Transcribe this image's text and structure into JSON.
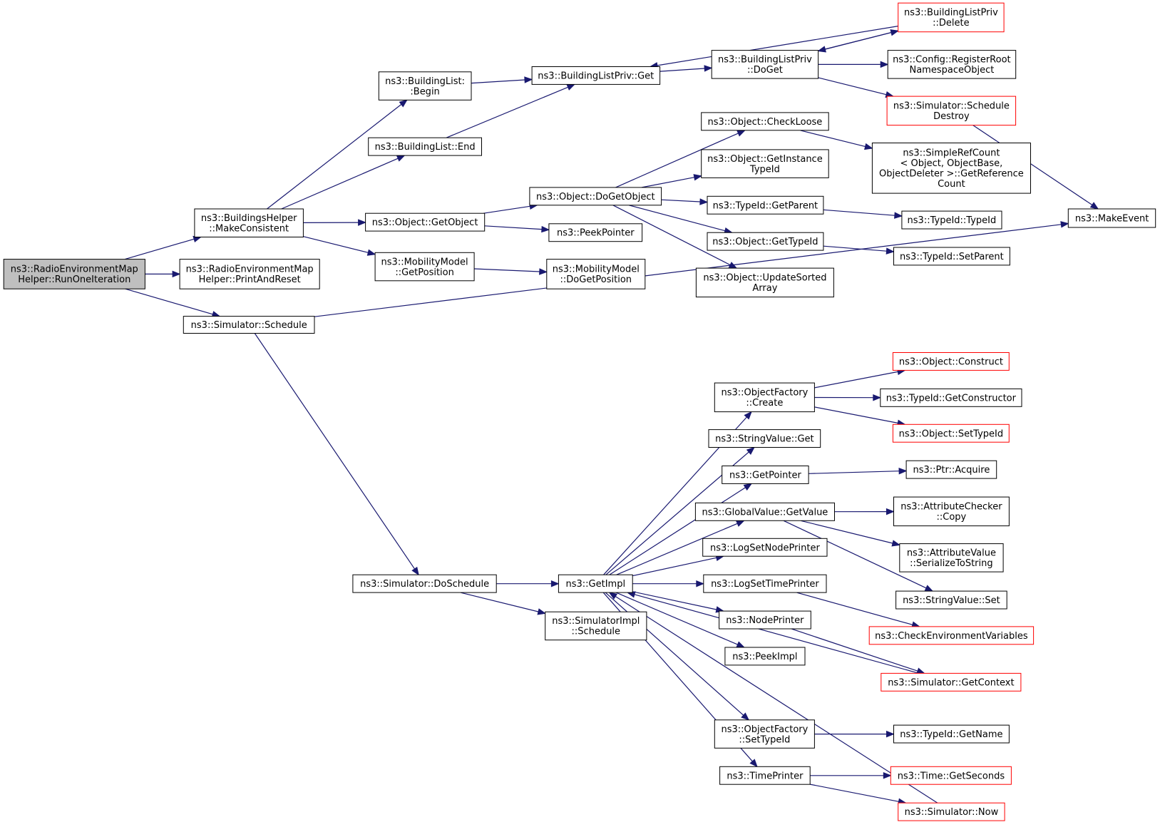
{
  "colors": {
    "edge": "#191970",
    "node_border": "#000000",
    "node_border_truncated": "#ff0000",
    "root_fill": "#bfbfbf",
    "node_fill": "#ffffff"
  },
  "nodes": [
    {
      "id": "root",
      "lines": [
        "ns3::RadioEnvironmentMap",
        "Helper::RunOneIteration"
      ],
      "style": "root"
    },
    {
      "id": "makeConsistent",
      "lines": [
        "ns3::BuildingsHelper",
        "::MakeConsistent"
      ]
    },
    {
      "id": "printAndReset",
      "lines": [
        "ns3::RadioEnvironmentMap",
        "Helper::PrintAndReset"
      ]
    },
    {
      "id": "schedule",
      "lines": [
        "ns3::Simulator::Schedule"
      ]
    },
    {
      "id": "blBegin",
      "lines": [
        "ns3::BuildingList:",
        ":Begin"
      ]
    },
    {
      "id": "blEnd",
      "lines": [
        "ns3::BuildingList::End"
      ]
    },
    {
      "id": "getObject",
      "lines": [
        "ns3::Object::GetObject"
      ]
    },
    {
      "id": "mmGetPosition",
      "lines": [
        "ns3::MobilityModel",
        "::GetPosition"
      ]
    },
    {
      "id": "blpGet",
      "lines": [
        "ns3::BuildingListPriv::Get"
      ]
    },
    {
      "id": "doGetObject",
      "lines": [
        "ns3::Object::DoGetObject"
      ]
    },
    {
      "id": "peekPointer",
      "lines": [
        "ns3::PeekPointer"
      ]
    },
    {
      "id": "mmDoGetPosition",
      "lines": [
        "ns3::MobilityModel",
        "::DoGetPosition"
      ]
    },
    {
      "id": "blpDoGet",
      "lines": [
        "ns3::BuildingListPriv",
        "::DoGet"
      ]
    },
    {
      "id": "blpDelete",
      "lines": [
        "ns3::BuildingListPriv",
        "::Delete"
      ],
      "style": "truncated"
    },
    {
      "id": "registerRoot",
      "lines": [
        "ns3::Config::RegisterRoot",
        "NamespaceObject"
      ]
    },
    {
      "id": "scheduleDestroy",
      "lines": [
        "ns3::Simulator::Schedule",
        "Destroy"
      ],
      "style": "truncated"
    },
    {
      "id": "checkLoose",
      "lines": [
        "ns3::Object::CheckLoose"
      ]
    },
    {
      "id": "getInstanceTypeId",
      "lines": [
        "ns3::Object::GetInstance",
        "TypeId"
      ]
    },
    {
      "id": "tidGetParent",
      "lines": [
        "ns3::TypeId::GetParent"
      ]
    },
    {
      "id": "objGetTypeId",
      "lines": [
        "ns3::Object::GetTypeId"
      ]
    },
    {
      "id": "updateSorted",
      "lines": [
        "ns3::Object::UpdateSorted",
        "Array"
      ]
    },
    {
      "id": "simpleRefCount",
      "lines": [
        "ns3::SimpleRefCount",
        "< Object, ObjectBase,",
        "ObjectDeleter >::GetReference",
        "Count"
      ]
    },
    {
      "id": "tidTypeId",
      "lines": [
        "ns3::TypeId::TypeId"
      ]
    },
    {
      "id": "tidSetParent",
      "lines": [
        "ns3::TypeId::SetParent"
      ]
    },
    {
      "id": "makeEvent",
      "lines": [
        "ns3::MakeEvent"
      ]
    },
    {
      "id": "doSchedule",
      "lines": [
        "ns3::Simulator::DoSchedule"
      ]
    },
    {
      "id": "getImpl",
      "lines": [
        "ns3::GetImpl"
      ]
    },
    {
      "id": "simImplSchedule",
      "lines": [
        "ns3::SimulatorImpl",
        "::Schedule"
      ]
    },
    {
      "id": "ofCreate",
      "lines": [
        "ns3::ObjectFactory",
        "::Create"
      ]
    },
    {
      "id": "svGet",
      "lines": [
        "ns3::StringValue::Get"
      ]
    },
    {
      "id": "getPointer",
      "lines": [
        "ns3::GetPointer"
      ]
    },
    {
      "id": "gvGetValue",
      "lines": [
        "ns3::GlobalValue::GetValue"
      ]
    },
    {
      "id": "logSetNodePrinter",
      "lines": [
        "ns3::LogSetNodePrinter"
      ]
    },
    {
      "id": "logSetTimePrinter",
      "lines": [
        "ns3::LogSetTimePrinter"
      ]
    },
    {
      "id": "nodePrinter",
      "lines": [
        "ns3::NodePrinter"
      ]
    },
    {
      "id": "peekImpl",
      "lines": [
        "ns3::PeekImpl"
      ]
    },
    {
      "id": "ofSetTypeId",
      "lines": [
        "ns3::ObjectFactory",
        "::SetTypeId"
      ]
    },
    {
      "id": "timePrinter",
      "lines": [
        "ns3::TimePrinter"
      ]
    },
    {
      "id": "objConstruct",
      "lines": [
        "ns3::Object::Construct"
      ],
      "style": "truncated"
    },
    {
      "id": "tidGetConstructor",
      "lines": [
        "ns3::TypeId::GetConstructor"
      ]
    },
    {
      "id": "objSetTypeId",
      "lines": [
        "ns3::Object::SetTypeId"
      ],
      "style": "truncated"
    },
    {
      "id": "ptrAcquire",
      "lines": [
        "ns3::Ptr::Acquire"
      ]
    },
    {
      "id": "acCopy",
      "lines": [
        "ns3::AttributeChecker",
        "::Copy"
      ]
    },
    {
      "id": "avSerialize",
      "lines": [
        "ns3::AttributeValue",
        "::SerializeToString"
      ]
    },
    {
      "id": "svSet",
      "lines": [
        "ns3::StringValue::Set"
      ]
    },
    {
      "id": "checkEnv",
      "lines": [
        "ns3::CheckEnvironmentVariables"
      ],
      "style": "truncated"
    },
    {
      "id": "simGetContext",
      "lines": [
        "ns3::Simulator::GetContext"
      ],
      "style": "truncated"
    },
    {
      "id": "tidGetName",
      "lines": [
        "ns3::TypeId::GetName"
      ]
    },
    {
      "id": "timeGetSeconds",
      "lines": [
        "ns3::Time::GetSeconds"
      ],
      "style": "truncated"
    },
    {
      "id": "simNow",
      "lines": [
        "ns3::Simulator::Now"
      ],
      "style": "truncated"
    }
  ],
  "edges": [
    [
      "root",
      "makeConsistent"
    ],
    [
      "root",
      "printAndReset"
    ],
    [
      "root",
      "schedule"
    ],
    [
      "makeConsistent",
      "blBegin"
    ],
    [
      "makeConsistent",
      "blEnd"
    ],
    [
      "makeConsistent",
      "getObject"
    ],
    [
      "makeConsistent",
      "mmGetPosition"
    ],
    [
      "blBegin",
      "blpGet"
    ],
    [
      "blEnd",
      "blpGet"
    ],
    [
      "getObject",
      "doGetObject"
    ],
    [
      "getObject",
      "peekPointer"
    ],
    [
      "mmGetPosition",
      "mmDoGetPosition"
    ],
    [
      "blpGet",
      "blpDoGet"
    ],
    [
      "blpDoGet",
      "blpDelete"
    ],
    [
      "blpDoGet",
      "registerRoot"
    ],
    [
      "blpDoGet",
      "scheduleDestroy"
    ],
    [
      "blpDelete",
      "blpGet"
    ],
    [
      "blpDelete",
      "blpDoGet"
    ],
    [
      "scheduleDestroy",
      "makeEvent"
    ],
    [
      "doGetObject",
      "checkLoose"
    ],
    [
      "doGetObject",
      "getInstanceTypeId"
    ],
    [
      "doGetObject",
      "tidGetParent"
    ],
    [
      "doGetObject",
      "objGetTypeId"
    ],
    [
      "doGetObject",
      "updateSorted"
    ],
    [
      "checkLoose",
      "simpleRefCount"
    ],
    [
      "tidGetParent",
      "tidTypeId"
    ],
    [
      "objGetTypeId",
      "tidSetParent"
    ],
    [
      "schedule",
      "makeEvent"
    ],
    [
      "schedule",
      "doSchedule"
    ],
    [
      "doSchedule",
      "getImpl"
    ],
    [
      "doSchedule",
      "simImplSchedule"
    ],
    [
      "getImpl",
      "ofCreate"
    ],
    [
      "getImpl",
      "svGet"
    ],
    [
      "getImpl",
      "getPointer"
    ],
    [
      "getImpl",
      "gvGetValue"
    ],
    [
      "getImpl",
      "logSetNodePrinter"
    ],
    [
      "getImpl",
      "logSetTimePrinter"
    ],
    [
      "getImpl",
      "nodePrinter"
    ],
    [
      "getImpl",
      "peekImpl"
    ],
    [
      "getImpl",
      "ofSetTypeId"
    ],
    [
      "getImpl",
      "timePrinter"
    ],
    [
      "ofCreate",
      "objConstruct"
    ],
    [
      "ofCreate",
      "tidGetConstructor"
    ],
    [
      "ofCreate",
      "objSetTypeId"
    ],
    [
      "getPointer",
      "ptrAcquire"
    ],
    [
      "gvGetValue",
      "acCopy"
    ],
    [
      "gvGetValue",
      "avSerialize"
    ],
    [
      "gvGetValue",
      "svSet"
    ],
    [
      "logSetTimePrinter",
      "checkEnv"
    ],
    [
      "nodePrinter",
      "simGetContext"
    ],
    [
      "simGetContext",
      "getImpl"
    ],
    [
      "ofSetTypeId",
      "tidGetName"
    ],
    [
      "timePrinter",
      "timeGetSeconds"
    ],
    [
      "timePrinter",
      "simNow"
    ],
    [
      "simNow",
      "getImpl"
    ]
  ]
}
